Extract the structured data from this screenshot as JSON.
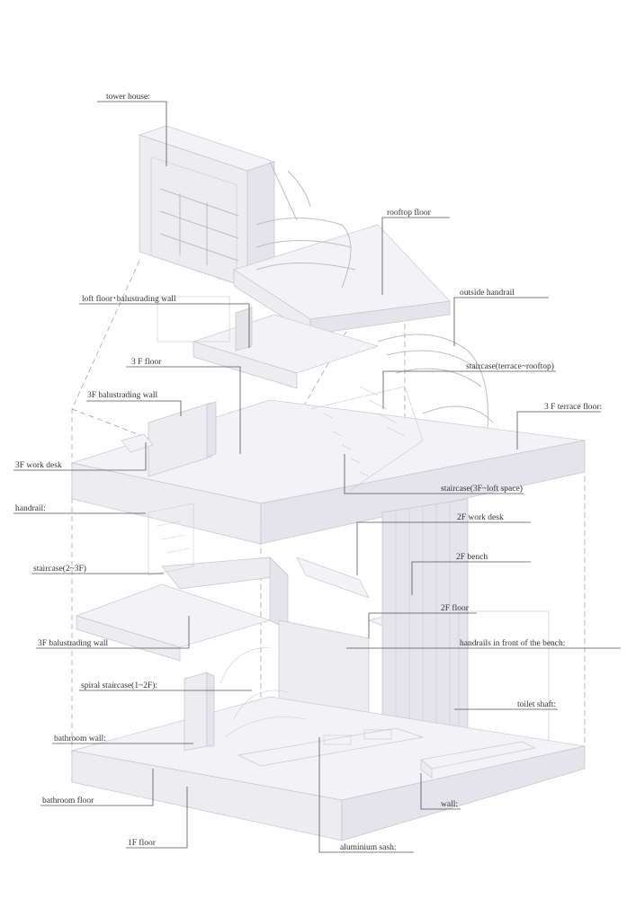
{
  "labels": {
    "tower_house": "tower house:",
    "rooftop_floor": "rooftop floor",
    "outside_handrail": "outside handrail",
    "loft_floor": "loft floor･balustrading wall",
    "floor_3f": "3 F floor",
    "staircase_terrace_rooftop": "staircase(terrace~rooftop)",
    "balustrading_wall_3f_upper": "3F balustrading wall",
    "terrace_floor_3f": "3 F terrace floor:",
    "work_desk_3f": "3F work desk",
    "staircase_3f_loft": "staircase(3F~loft space)",
    "handrail": "handrail:",
    "work_desk_2f": "2F work desk",
    "bench_2f": "2F bench",
    "staircase_2_3f": "staircase(2~3F)",
    "floor_2f": "2F floor",
    "balustrading_wall_3f_lower": "3F balustrading wall",
    "handrails_bench": "handrails in front of the bench:",
    "spiral_staircase": "spiral staircase(1~2F):",
    "toilet_shaft": "toilet shaft:",
    "bathroom_wall": "bathroom wall:",
    "bathroom_floor": "bathroom floor",
    "floor_1f": "1F floor",
    "wall": "wall:",
    "aluminium_sash": "aluminium sash:"
  }
}
